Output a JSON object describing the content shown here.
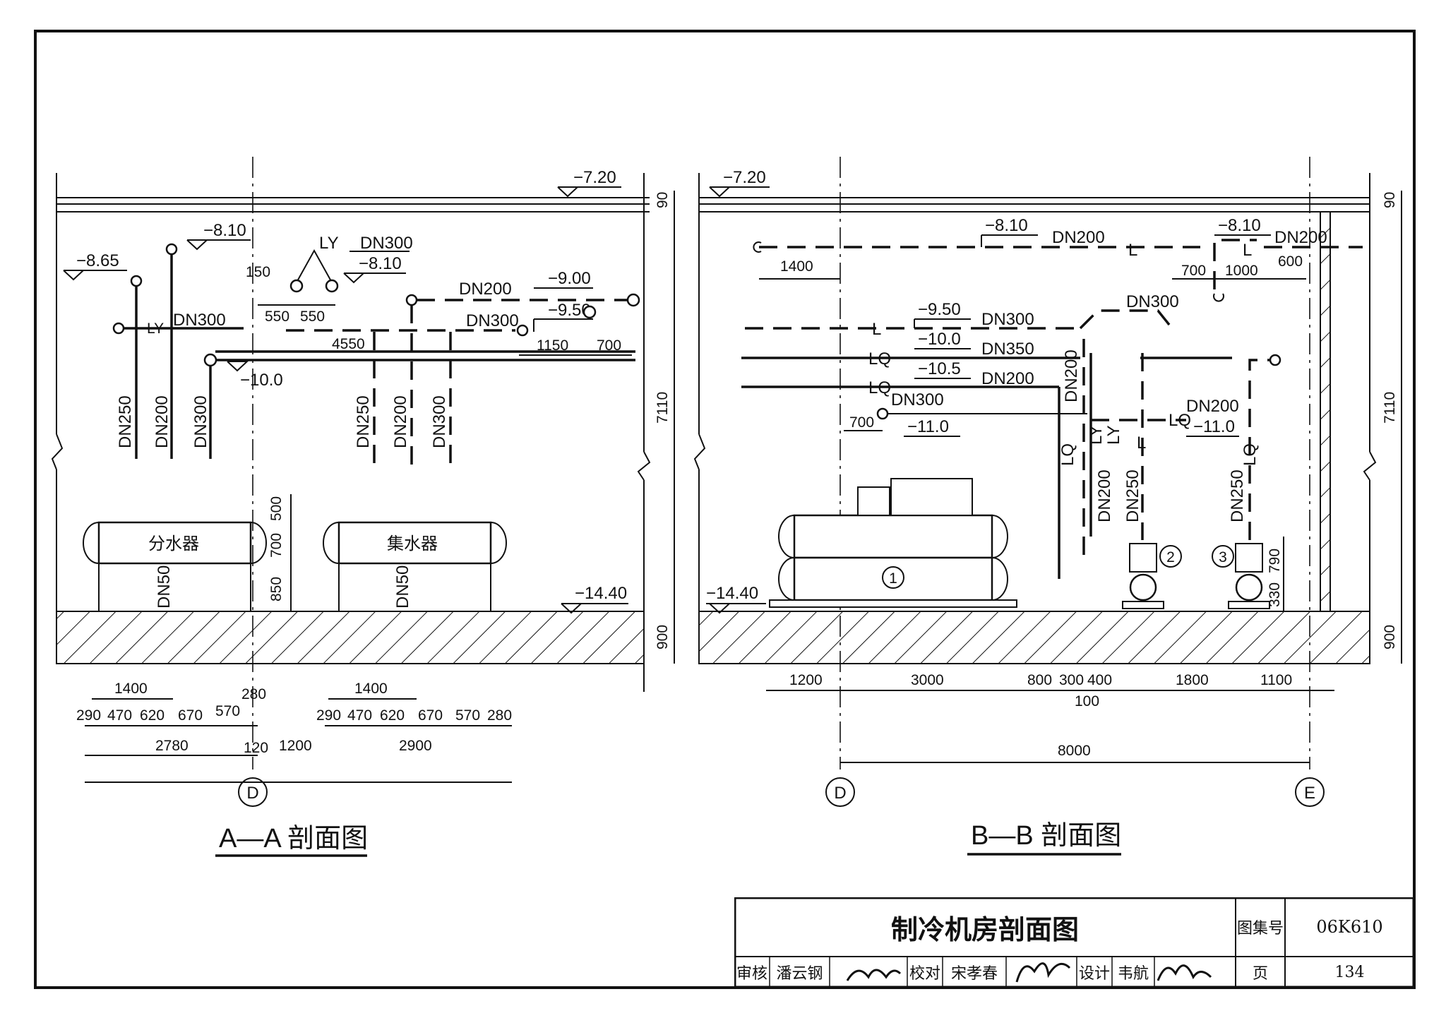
{
  "section_aa": {
    "title": "A—A 剖面图",
    "elev_top": "−7.20",
    "elev_810": "−8.10",
    "elev_865": "−8.65",
    "elev_810b": "−8.10",
    "elev_900": "−9.00",
    "elev_950": "−9.50",
    "elev_1000": "−10.0",
    "elev_floor": "−14.40",
    "pipe_ly": "LY",
    "pipe_ly_small": "LY",
    "dn300_top": "DN300",
    "dn200_top": "DN200",
    "dn300_left": "DN300",
    "dn300_mid": "DN300",
    "vert_pipes_left": [
      "DN250",
      "DN200",
      "DN300"
    ],
    "vert_pipes_right": [
      "DN250",
      "DN200",
      "DN300"
    ],
    "drain_left": "DN50",
    "drain_right": "DN50",
    "vessel_supply": "分水器",
    "vessel_return": "集水器",
    "dim_150": "150",
    "dim_550a": "550",
    "dim_550b": "550",
    "dim_4550": "4550",
    "dim_1150": "1150",
    "dim_700": "700",
    "dim_500": "500",
    "dim_700v": "700",
    "dim_850": "850",
    "dim_90": "90",
    "dim_7110": "7110",
    "dim_900": "900",
    "bottom_dims_left": [
      "290",
      "470",
      "620",
      "670",
      "570"
    ],
    "dim_280_left": "280",
    "dim_1400_left": "1400",
    "dim_2780": "2780",
    "dim_120": "120",
    "dim_1200": "1200",
    "bottom_dims_right": [
      "290",
      "470",
      "620",
      "670",
      "570",
      "280"
    ],
    "dim_1400_right": "1400",
    "dim_2900": "2900",
    "axis_d": "D"
  },
  "section_bb": {
    "title": "B—B 剖面图",
    "elev_top": "−7.20",
    "elev_810": "−8.10",
    "elev_810b": "−8.10",
    "elev_950": "−9.50",
    "elev_1000": "−10.0",
    "elev_1050": "−10.5",
    "elev_1100": "−11.0",
    "elev_1100b": "−11.0",
    "elev_floor": "−14.40",
    "dn200_top": "DN200",
    "dn200_right": "DN200",
    "dn300_a": "DN300",
    "dn300_b": "DN300",
    "dn350": "DN350",
    "dn200_c": "DN200",
    "dn300_c": "DN300",
    "dn200_d": "DN200",
    "dn200_vert": "DN200",
    "dn200_vert2": "DN200",
    "dn250_vert": "DN250",
    "dn250_vert2": "DN250",
    "pipe_L1": "L",
    "pipe_L2": "L",
    "pipe_L3": "L",
    "pipe_L4": "L",
    "pipe_LQ1": "LQ",
    "pipe_LQ2": "LQ",
    "pipe_LQ3": "LQ",
    "pipe_LQ4": "LQ",
    "pipe_LQ5": "LQ",
    "pipe_LY1": "LY",
    "pipe_LY2": "LY",
    "dim_1400": "1400",
    "dim_700a": "700",
    "dim_1000": "1000",
    "dim_600": "600",
    "dim_700b": "700",
    "dim_790": "790",
    "dim_330": "330",
    "dim_90": "90",
    "dim_7110": "7110",
    "dim_900": "900",
    "bottom_dims": [
      "1200",
      "3000",
      "800",
      "300",
      "400",
      "1800",
      "1100"
    ],
    "dim_100": "100",
    "dim_8000": "8000",
    "axis_d": "D",
    "axis_e": "E",
    "equip_1": "1",
    "equip_2": "2",
    "equip_3": "3"
  },
  "title_block": {
    "drawing_title": "制冷机房剖面图",
    "atlas_label": "图集号",
    "atlas_no": "06K610",
    "review_label": "审核",
    "reviewer": "潘云钢",
    "check_label": "校对",
    "checker": "宋孝春",
    "design_label": "设计",
    "designer": "韦航",
    "page_label": "页",
    "page_no": "134"
  }
}
